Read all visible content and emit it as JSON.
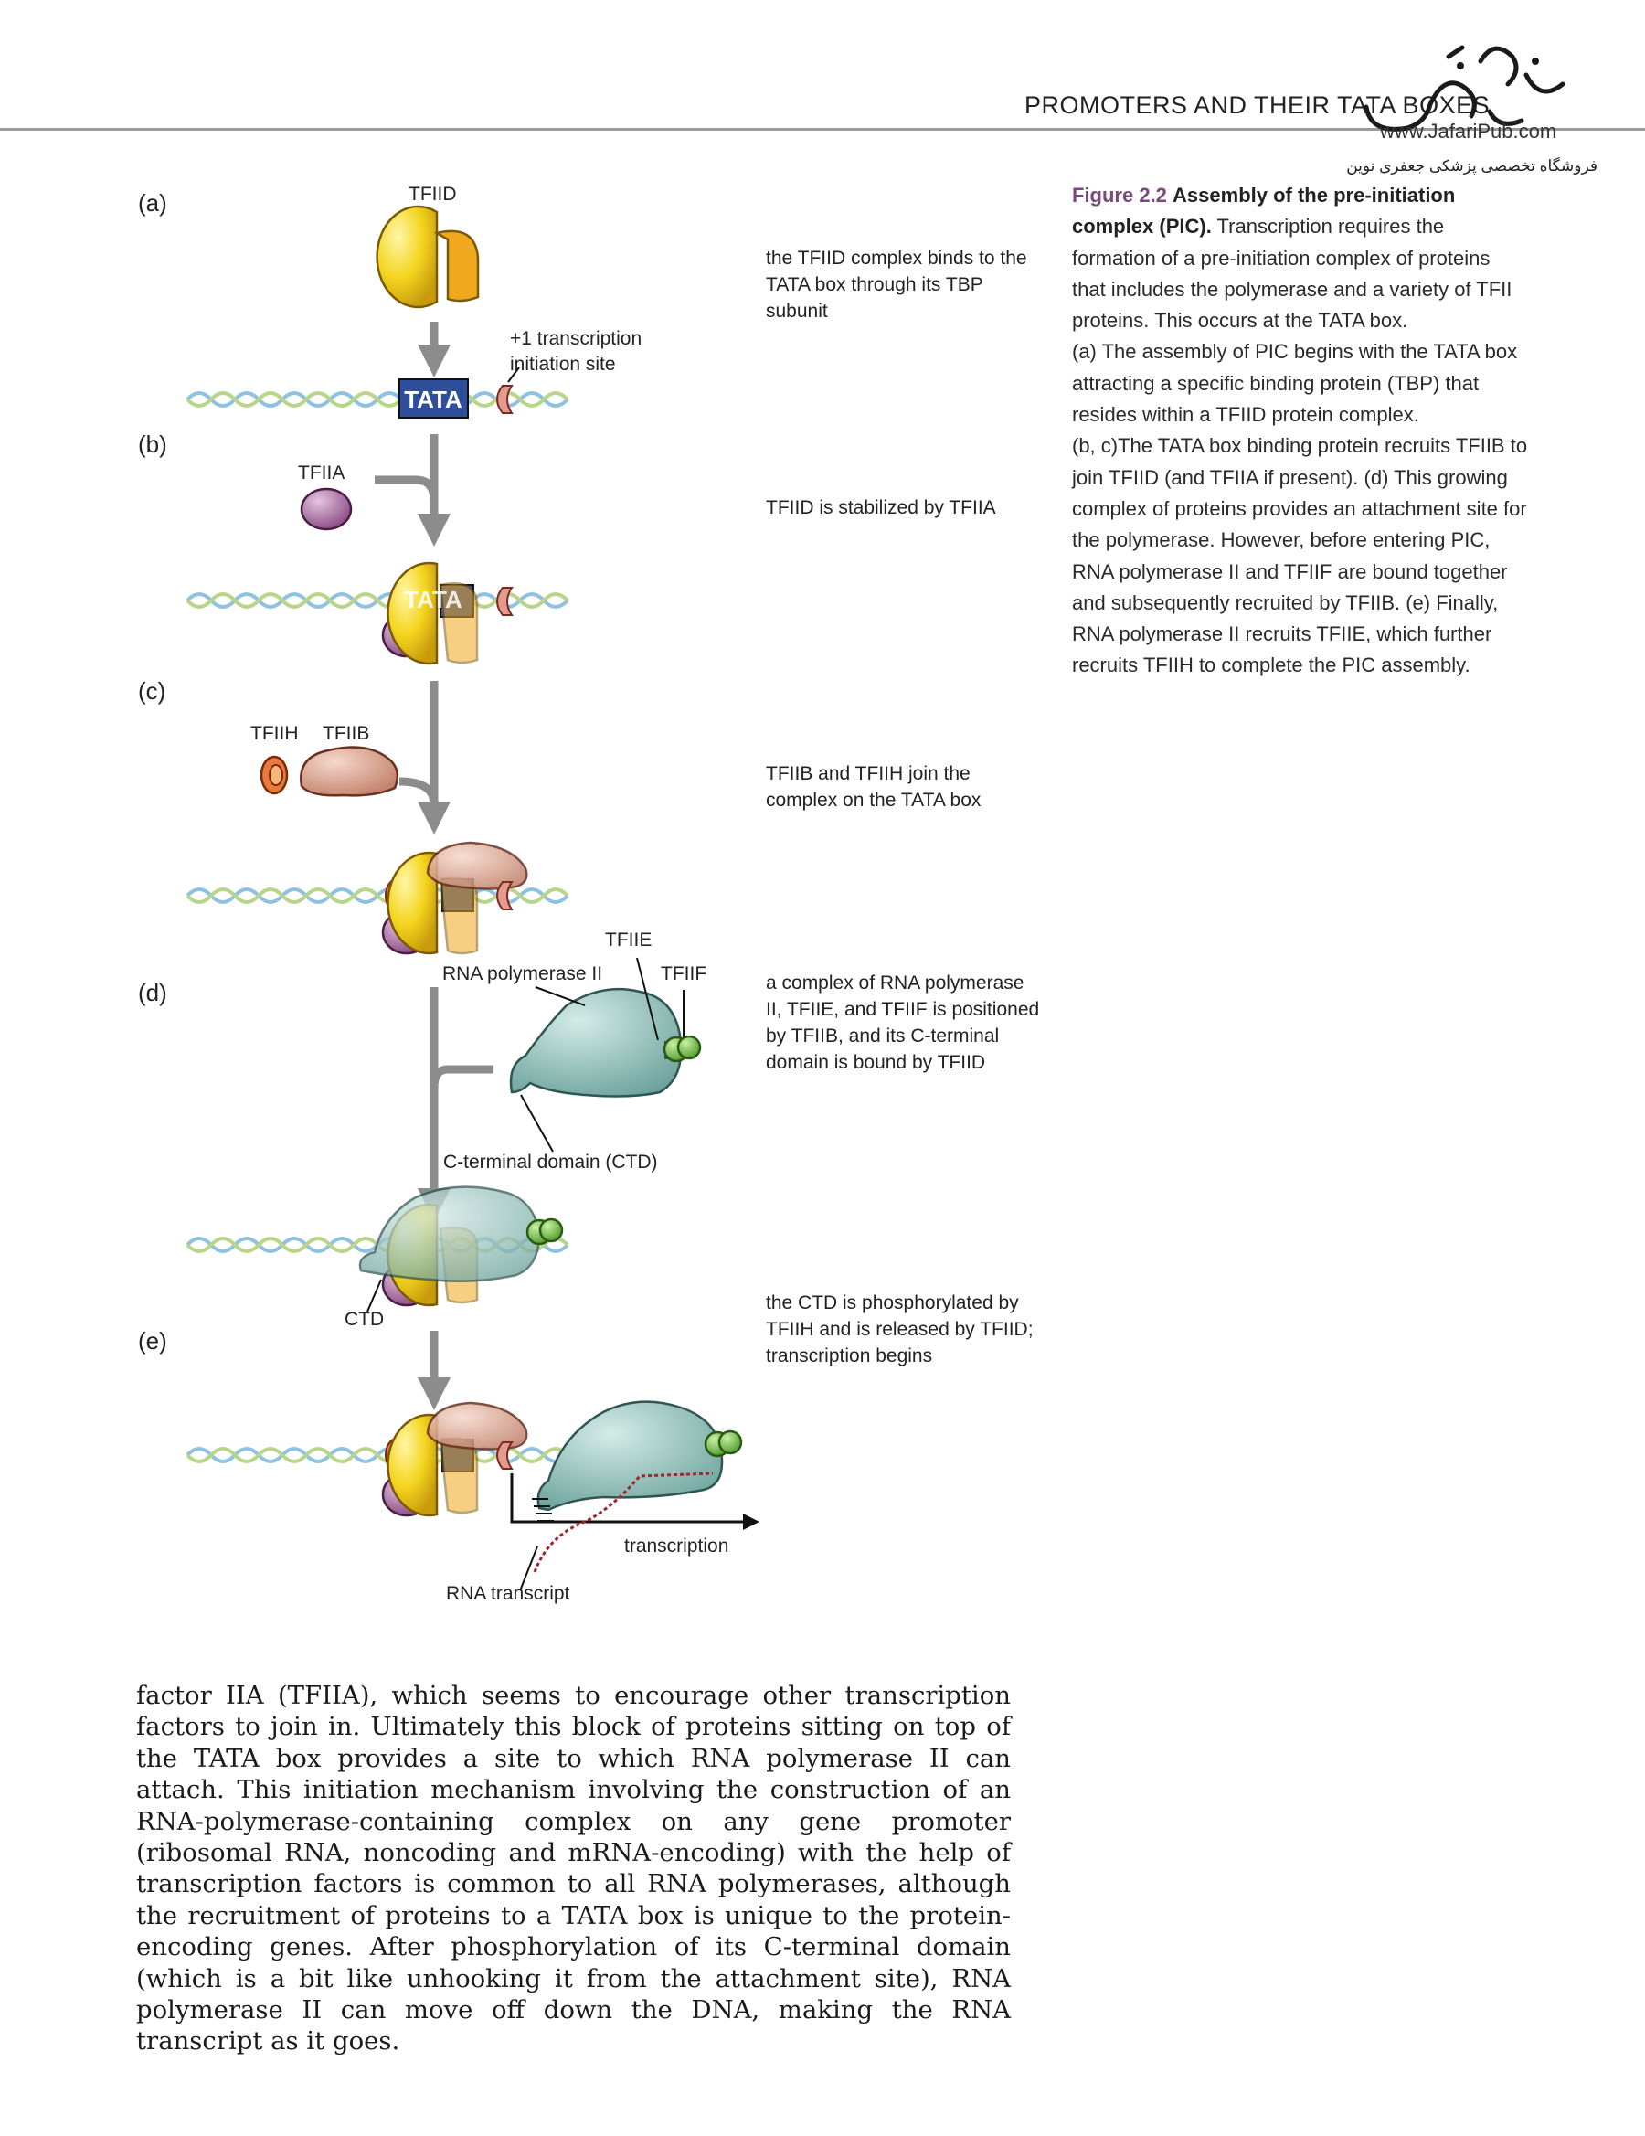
{
  "header": {
    "running_title": "PROMOTERS AND THEIR TATA BOXES"
  },
  "watermark": {
    "url": "www.JafariPub.com",
    "store_name": "فروشگاه تخصصی پزشکی جعفری نوین"
  },
  "figure": {
    "panels": [
      "(a)",
      "(b)",
      "(c)",
      "(d)",
      "(e)"
    ],
    "labels": {
      "tfiid": "TFIID",
      "tata": "TATA",
      "tss": "+1 transcription\ninitiation site",
      "tfiia": "TFIIA",
      "tfiih": "TFIIH",
      "tfiib": "TFIIB",
      "tfiie": "TFIIE",
      "rna_pol": "RNA polymerase II",
      "tfiif": "TFIIF",
      "ctd_full": "C-terminal domain (CTD)",
      "ctd": "CTD",
      "transcription": "transcription",
      "rna_transcript": "RNA transcript"
    },
    "notes": {
      "a": "the TFIID complex binds to the TATA box through its TBP subunit",
      "b": "TFIID is stabilized by TFIIA",
      "c": "TFIIB and TFIIH join the complex on the TATA box",
      "d": "a complex of RNA polymerase II, TFIIE, and TFIIF is positioned by TFIIB, and its C-terminal domain is bound by TFIID",
      "e": "the CTD is phosphorylated by TFIIH and is released by TFIID; transcription begins"
    }
  },
  "caption": {
    "figure_label": "Figure 2.2",
    "title": "Assembly of the pre-initiation complex (PIC).",
    "intro": "Transcription requires the formation of a pre-initiation complex of proteins that includes the polymerase and a variety of TFII proteins. This occurs at the TATA box.",
    "part_a": "(a) The assembly of PIC begins with the TATA box attracting a specific binding protein (TBP) that resides within a TFIID protein complex.",
    "part_bcde": "(b, c)The TATA box binding protein recruits TFIIB to join TFIID (and TFIIA if present). (d) This growing complex of proteins provides an attachment site for the polymerase. However, before entering PIC, RNA polymerase II and TFIIF are bound together and subsequently recruited by TFIIB. (e) Finally, RNA polymerase II recruits TFIIE, which further recruits TFIIH to complete the PIC assembly."
  },
  "body": {
    "paragraph": "factor IIA (TFIIA), which seems to encourage other transcription factors to join in. Ultimately this block of proteins sitting on top of the TATA box provides a site to which RNA polymerase II can attach. This initiation mechanism involving the construction of an RNA-polymerase-containing complex on any gene promoter (ribosomal RNA, noncoding and mRNA-encoding) with the help of transcription factors is common to all RNA polymerases, although the recruitment of proteins to a TATA box is unique to the protein-encoding genes. After phosphorylation of its C-terminal domain (which is a bit like unhooking it from the attachment site), RNA polymerase II can move off down the DNA, making the RNA transcript as it goes."
  },
  "colors": {
    "tfiid": "#f2d21a",
    "tfiid_core": "#f0a81f",
    "tata_box": "#2f4e9e",
    "tfiia": "#9c5a94",
    "tfiib": "#d79a84",
    "tfiih": "#e77a3c",
    "pol_ii": "#7fb3ad",
    "tfiif": "#6fb33f",
    "dna_strand_1": "#8fc2e0",
    "dna_strand_2": "#b9d58a",
    "arrow": "#8c8c8c",
    "rna": "#a3262e",
    "caption_label": "#7a4a7d"
  }
}
